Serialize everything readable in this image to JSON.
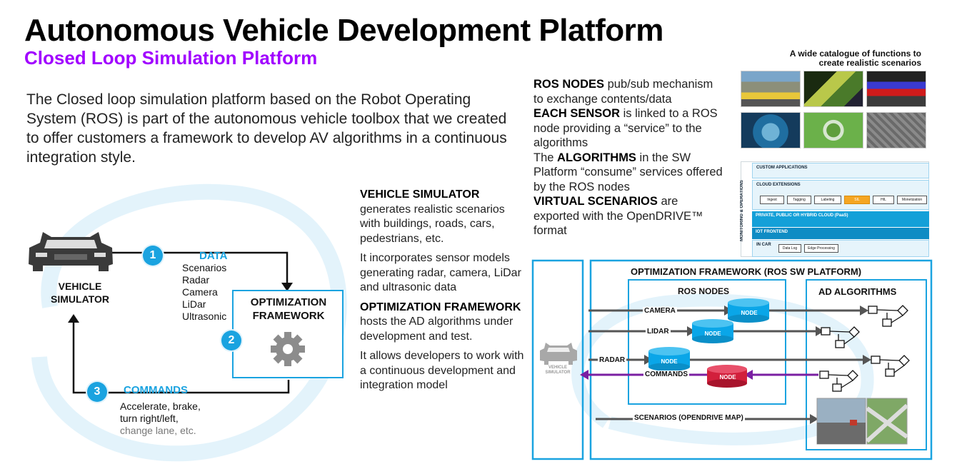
{
  "header": {
    "title": "Autonomous Vehicle Development Platform",
    "subtitle": "Closed Loop Simulation Platform"
  },
  "intro": "The Closed loop simulation platform based on the Robot Operating System (ROS) is part of the autonomous vehicle toolbox that we created to offer customers a framework to develop AV algorithms in a continuous integration style.",
  "loop": {
    "vehicle_label_1": "VEHICLE",
    "vehicle_label_2": "SIMULATOR",
    "step1": "1",
    "step2": "2",
    "step3": "3",
    "data_title": "DATA",
    "data_items": [
      "Scenarios",
      "Radar",
      "Camera",
      "LiDar",
      "Ultrasonic"
    ],
    "opt_label_1": "OPTIMIZATION",
    "opt_label_2": "FRAMEWORK",
    "commands_title": "COMMANDS",
    "commands_1": "Accelerate, brake,",
    "commands_2": "turn right/left,",
    "commands_3": "change lane, etc."
  },
  "middle": {
    "vs_title": "VEHICLE SIMULATOR",
    "vs_text": "generates realistic scenarios with buildings, roads, cars, pedestrians, etc.",
    "sensor_text": "It incorporates sensor models generating radar, camera, LiDar and ultrasonic data",
    "of_title": "OPTIMIZATION FRAMEWORK",
    "of_text": "hosts the AD algorithms under development and test.",
    "ci_text": "It allows developers to work with a continuous development and integration model"
  },
  "right_text": {
    "ros_title": "ROS NODES",
    "ros_text": "pub/sub mechanism to exchange contents/data",
    "sensor_title": "EACH SENSOR",
    "sensor_text": "is linked to a ROS node providing a “service” to the algorithms",
    "algo_pre": "The",
    "algo_title": "ALGORITHMS",
    "algo_text": "in the SW Platform “consume” services offered by the ROS nodes",
    "virt_title": "VIRTUAL SCENARIOS",
    "virt_text": "are exported with the OpenDRIVE™ format"
  },
  "catalog": {
    "title_1": "A wide catalogue of functions to",
    "title_2": "create realistic scenarios"
  },
  "stack": {
    "side": "MONITORING & OPERATIONS",
    "custom": "CUSTOM APPLICATIONS",
    "cloud_ext": "CLOUD EXTENSIONS",
    "chips": [
      "Ingest",
      "Tagging",
      "Labeling",
      "SIL",
      "HIL",
      "Monetization"
    ],
    "cloud": "PRIVATE, PUBLIC OR HYBRID CLOUD (PaaS)",
    "iot": "IOT FRONTEND",
    "in_car": "IN CAR",
    "car_chips": [
      "Data Log",
      "Edge Processing"
    ]
  },
  "arch": {
    "title": "OPTIMIZATION FRAMEWORK (ROS SW PLATFORM)",
    "ros_nodes": "ROS NODES",
    "ad_algorithms": "AD ALGORITHMS",
    "camera": "CAMERA",
    "lidar": "LIDAR",
    "radar": "RADAR",
    "commands": "COMMANDS",
    "scenarios": "SCENARIOS (OPENDRIVE MAP)",
    "node": "NODE",
    "vehicle_1": "VEHICLE",
    "vehicle_2": "SIMULATOR"
  },
  "colors": {
    "purple": "#a100ff",
    "blue": "#1aa3e0",
    "node_blue": "#0aa6e8",
    "node_red": "#d21f3c"
  }
}
